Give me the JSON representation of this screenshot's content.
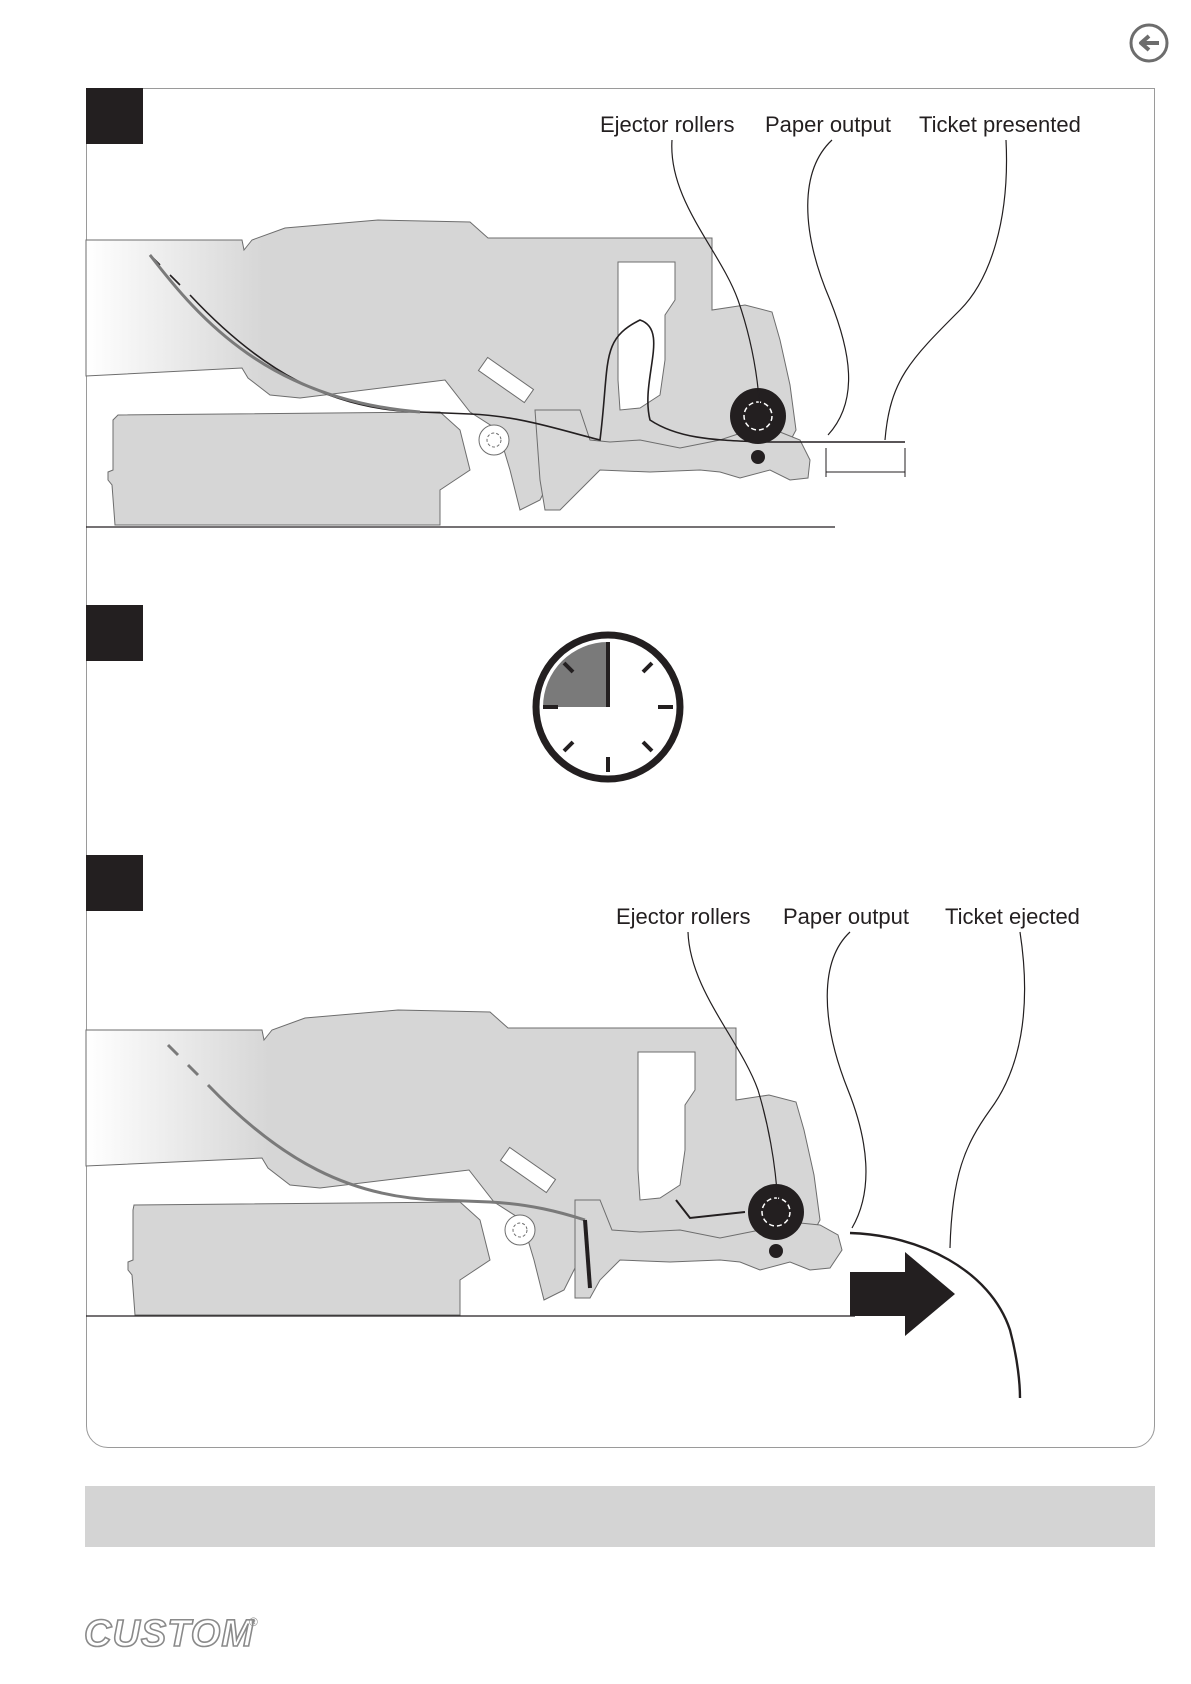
{
  "nav": {
    "back_icon": "arrow-left-circle-icon"
  },
  "steps": [
    {
      "labels": {
        "ejector_rollers": "Ejector rollers",
        "paper_output": "Paper output",
        "ticket_state": "Ticket presented"
      }
    },
    {
      "icon": "clock-icon",
      "clock_elapsed_fraction": 0.25
    },
    {
      "labels": {
        "ejector_rollers": "Ejector rollers",
        "paper_output": "Paper output",
        "ticket_state": "Ticket ejected"
      },
      "icon": "arrow-right-icon"
    }
  ],
  "footer": {
    "logo_text": "CUSTOM",
    "logo_mark": "®"
  },
  "colors": {
    "step_marker": "#231f20",
    "printer_body": "#d6d6d6",
    "banner": "#d4d4d4",
    "clock_fill": "#7a7a7a"
  }
}
